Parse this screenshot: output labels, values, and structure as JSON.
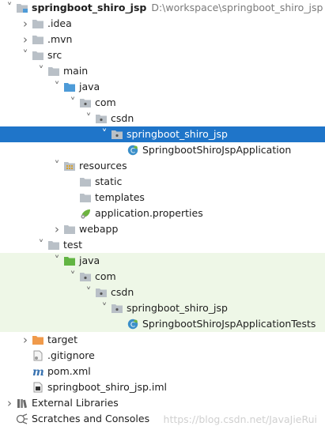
{
  "tree": [
    {
      "label": "springboot_shiro_jsp",
      "path": "D:\\workspace\\springboot_shiro_jsp",
      "depth": 0,
      "arrow": "open",
      "icon": "module-folder-icon",
      "bold": true
    },
    {
      "label": ".idea",
      "depth": 1,
      "arrow": "closed",
      "icon": "folder-icon"
    },
    {
      "label": ".mvn",
      "depth": 1,
      "arrow": "closed",
      "icon": "folder-icon"
    },
    {
      "label": "src",
      "depth": 1,
      "arrow": "open",
      "icon": "folder-icon"
    },
    {
      "label": "main",
      "depth": 2,
      "arrow": "open",
      "icon": "folder-icon"
    },
    {
      "label": "java",
      "depth": 3,
      "arrow": "open",
      "icon": "source-folder-icon"
    },
    {
      "label": "com",
      "depth": 4,
      "arrow": "open",
      "icon": "package-icon"
    },
    {
      "label": "csdn",
      "depth": 5,
      "arrow": "open",
      "icon": "package-icon"
    },
    {
      "label": "springboot_shiro_jsp",
      "depth": 6,
      "arrow": "open",
      "icon": "package-icon",
      "selected": true
    },
    {
      "label": "SpringbootShiroJspApplication",
      "depth": 7,
      "arrow": "none",
      "icon": "spring-class-icon"
    },
    {
      "label": "resources",
      "depth": 3,
      "arrow": "open",
      "icon": "resources-folder-icon"
    },
    {
      "label": "static",
      "depth": 4,
      "arrow": "none",
      "icon": "folder-icon"
    },
    {
      "label": "templates",
      "depth": 4,
      "arrow": "none",
      "icon": "folder-icon"
    },
    {
      "label": "application.properties",
      "depth": 4,
      "arrow": "none",
      "icon": "properties-icon"
    },
    {
      "label": "webapp",
      "depth": 3,
      "arrow": "closed",
      "icon": "folder-icon"
    },
    {
      "label": "test",
      "depth": 2,
      "arrow": "open",
      "icon": "folder-icon"
    },
    {
      "label": "java",
      "depth": 3,
      "arrow": "open",
      "icon": "test-source-folder-icon",
      "green": true
    },
    {
      "label": "com",
      "depth": 4,
      "arrow": "open",
      "icon": "package-icon",
      "green": true
    },
    {
      "label": "csdn",
      "depth": 5,
      "arrow": "open",
      "icon": "package-icon",
      "green": true
    },
    {
      "label": "springboot_shiro_jsp",
      "depth": 6,
      "arrow": "open",
      "icon": "package-icon",
      "green": true
    },
    {
      "label": "SpringbootShiroJspApplicationTests",
      "depth": 7,
      "arrow": "none",
      "icon": "spring-class-icon",
      "green": true
    },
    {
      "label": "target",
      "depth": 1,
      "arrow": "closed",
      "icon": "excluded-folder-icon"
    },
    {
      "label": ".gitignore",
      "depth": 1,
      "arrow": "none",
      "icon": "gitignore-icon"
    },
    {
      "label": "pom.xml",
      "depth": 1,
      "arrow": "none",
      "icon": "maven-icon"
    },
    {
      "label": "springboot_shiro_jsp.iml",
      "depth": 1,
      "arrow": "none",
      "icon": "iml-file-icon"
    },
    {
      "label": "External Libraries",
      "depth": 0,
      "arrow": "closed",
      "icon": "libraries-icon"
    },
    {
      "label": "Scratches and Consoles",
      "depth": 0,
      "arrow": "none",
      "icon": "scratches-icon"
    }
  ],
  "watermark": "https://blog.csdn.net/JavaJieRui",
  "colors": {
    "selection": "#1f75c9",
    "test_background": "#eef7e7",
    "folder": "#b9c0c7",
    "source_folder": "#4d9bd8",
    "test_folder": "#62b543",
    "excluded_folder": "#f09a4a"
  }
}
